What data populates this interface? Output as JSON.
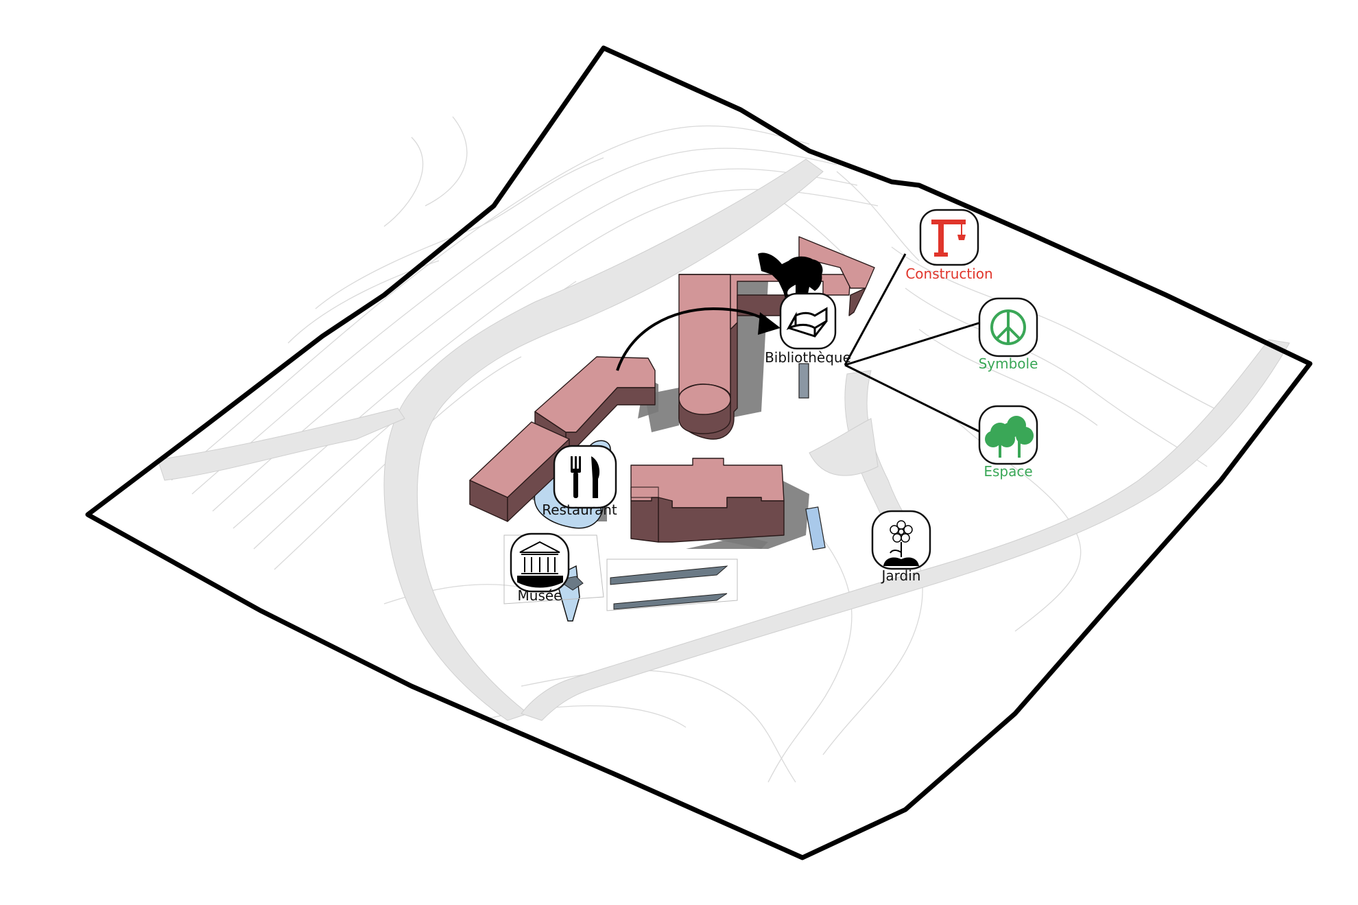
{
  "labels": {
    "bibliotheque": "Bibliothèque",
    "restaurant": "Restaurant",
    "musee": "Musée",
    "jardin": "Jardin",
    "construction": "Construction",
    "symbole": "Symbole",
    "espace": "Espace"
  },
  "colors": {
    "building_roof": "#d29698",
    "building_wall": "#6e4a4c",
    "water": "#bcd8ef",
    "road": "#e6e6e6",
    "construction": "#e0352b",
    "symbole": "#3aa757",
    "espace": "#3aa757"
  },
  "icons": {
    "bibliotheque": "open-book-icon",
    "restaurant": "fork-knife-icon",
    "musee": "museum-columns-icon",
    "jardin": "flower-icon",
    "construction": "crane-icon",
    "symbole": "peace-sign-icon",
    "espace": "trees-icon"
  }
}
